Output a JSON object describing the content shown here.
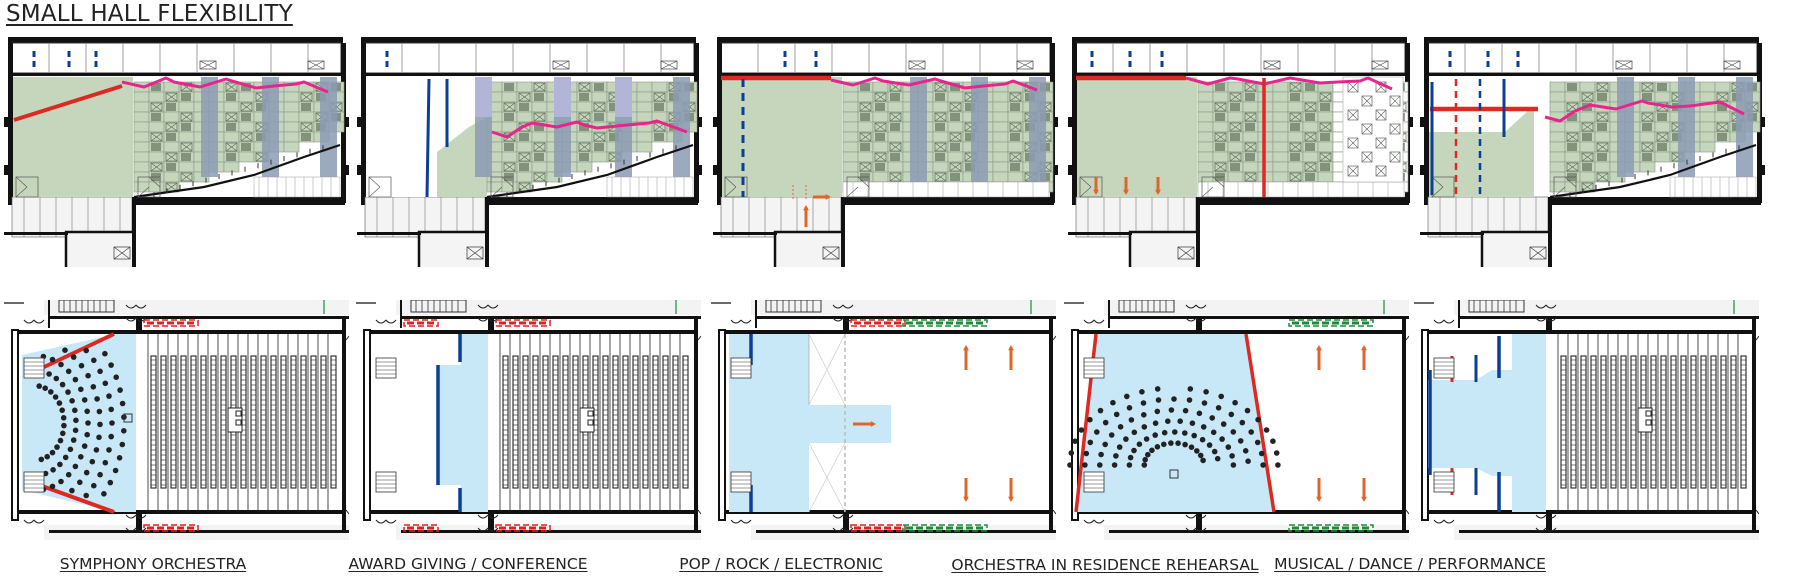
{
  "title": "SMALL HALL FLEXIBILITY",
  "colors": {
    "wall": "#111111",
    "audience_green": "#c5d6bd",
    "seat_block_dark": "#7e9178",
    "acoustic_panel_blue": "#8b9bb4",
    "acoustic_panel_lilac": "#b3b5d8",
    "stage_blue": "#c8e8f8",
    "reflector_red": "#dc2a22",
    "canopy_pink": "#e8258c",
    "curtain_blue": "#0b3f94",
    "storage_red": "#e02020",
    "storage_green": "#1f8a3a",
    "move_arrow": "#e0652a"
  },
  "configurations": [
    {
      "id": "symphony",
      "label": "SYMPHONY ORCHESTRA",
      "stage_mode": "orchestra-shell",
      "seating": "retractable-extended"
    },
    {
      "id": "award",
      "label": "AWARD GIVING / CONFERENCE",
      "stage_mode": "curtain-front-stage",
      "seating": "retractable-extended"
    },
    {
      "id": "pop",
      "label": "POP / ROCK / ELECTRONIC",
      "stage_mode": "t-thrust",
      "seating": "retracted-standing"
    },
    {
      "id": "rehearsal",
      "label": "ORCHESTRA IN RESIDENCE REHEARSAL",
      "stage_mode": "flat-floor-orchestra",
      "seating": "retracted"
    },
    {
      "id": "musical",
      "label": "MUSICAL / DANCE / PERFORMANCE",
      "stage_mode": "proscenium-wings",
      "seating": "retractable-extended"
    }
  ]
}
